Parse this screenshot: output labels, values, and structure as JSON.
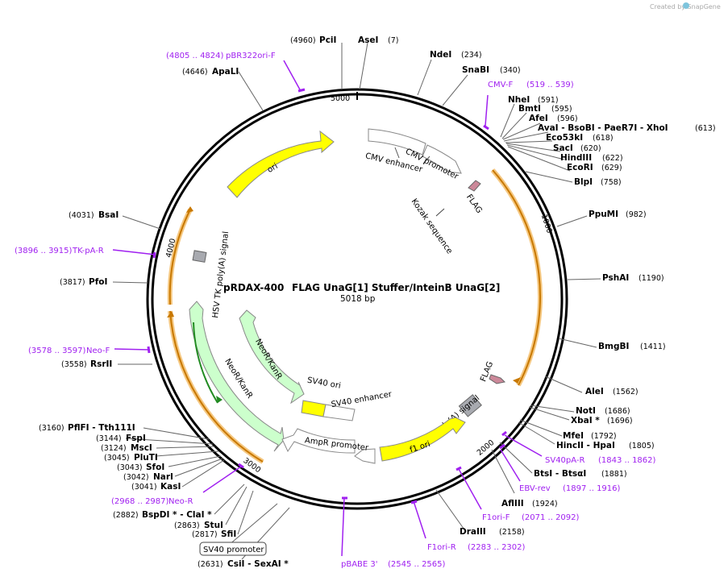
{
  "credit": "Created by SnapGene",
  "plasmid": {
    "name": "pRDAX-400",
    "description": "FLAG UnaG[1] Stuffer/InteinB UnaG[2]",
    "length_label": "5018 bp"
  },
  "ticks": [
    "1000",
    "2000",
    "3000",
    "4000",
    "5000"
  ],
  "enzymes_right": [
    {
      "name": "NdeI",
      "pos": "(234)"
    },
    {
      "name": "SnaBI",
      "pos": "(340)"
    },
    {
      "name": "NheI",
      "pos": "(591)"
    },
    {
      "name": "BmtI",
      "pos": "(595)"
    },
    {
      "name": "AfeI",
      "pos": "(596)"
    },
    {
      "name": "AvaI  - BsoBI  - PaeR7I  - XhoI",
      "pos": "(613)"
    },
    {
      "name": "Eco53kI",
      "pos": "(618)"
    },
    {
      "name": "SacI",
      "pos": "(620)"
    },
    {
      "name": "HindIII",
      "pos": "(622)"
    },
    {
      "name": "EcoRI",
      "pos": "(629)"
    },
    {
      "name": "BlpI",
      "pos": "(758)"
    },
    {
      "name": "PpuMI",
      "pos": "(982)"
    },
    {
      "name": "PshAI",
      "pos": "(1190)"
    },
    {
      "name": "BmgBI",
      "pos": "(1411)"
    },
    {
      "name": "AleI",
      "pos": "(1562)"
    },
    {
      "name": "NotI",
      "pos": "(1686)"
    },
    {
      "name": "XbaI *",
      "pos": "(1696)"
    },
    {
      "name": "MfeI",
      "pos": "(1792)"
    },
    {
      "name": "HincII  - HpaI",
      "pos": "(1805)"
    },
    {
      "name": "BtsI  - BtsαI",
      "pos": "(1881)"
    },
    {
      "name": "AflIII",
      "pos": "(1924)"
    },
    {
      "name": "DraIII",
      "pos": "(2158)"
    }
  ],
  "enzymes_left": [
    {
      "name": "PciI",
      "pos": "(4960)"
    },
    {
      "name": "AseI",
      "pos": "(7)"
    },
    {
      "name": "ApaLI",
      "pos": "(4646)"
    },
    {
      "name": "BsaI",
      "pos": "(4031)"
    },
    {
      "name": "PfoI",
      "pos": "(3817)"
    },
    {
      "name": "RsrII",
      "pos": "(3558)"
    },
    {
      "name": "PflFI  - Tth111I",
      "pos": "(3160)"
    },
    {
      "name": "FspI",
      "pos": "(3144)"
    },
    {
      "name": "MscI",
      "pos": "(3124)"
    },
    {
      "name": "PluTI",
      "pos": "(3045)"
    },
    {
      "name": "SfoI",
      "pos": "(3043)"
    },
    {
      "name": "NarI",
      "pos": "(3042)"
    },
    {
      "name": "KasI",
      "pos": "(3041)"
    },
    {
      "name": "BspDI *  - ClaI *",
      "pos": "(2882)"
    },
    {
      "name": "StuI",
      "pos": "(2863)"
    },
    {
      "name": "SfiI",
      "pos": "(2817)"
    },
    {
      "name": "CsiI  - SexAI *",
      "pos": "(2631)"
    }
  ],
  "primers": [
    {
      "name": "pBR322ori-F",
      "range": "(4805 .. 4824)"
    },
    {
      "name": "CMV-F",
      "range": "(519 .. 539)"
    },
    {
      "name": "SV40pA-R",
      "range": "(1843 .. 1862)"
    },
    {
      "name": "EBV-rev",
      "range": "(1897 .. 1916)"
    },
    {
      "name": "F1ori-F",
      "range": "(2071 .. 2092)"
    },
    {
      "name": "F1ori-R",
      "range": "(2283 .. 2302)"
    },
    {
      "name": "pBABE 3'",
      "range": "(2545 .. 2565)"
    },
    {
      "name": "Neo-R",
      "range": "(2968 .. 2987)"
    },
    {
      "name": "Neo-F",
      "range": "(3578 .. 3597)"
    },
    {
      "name": "TK-pA-R",
      "range": "(3896 .. 3915)"
    }
  ],
  "features": {
    "ori": "ori",
    "cmv_promoter": "CMV promoter",
    "cmv_enhancer": "CMV enhancer",
    "flag1": "FLAG",
    "kozak": "Kozak sequence",
    "hsv_tk": "HSV TK poly(A) signal",
    "neokan_outer": "NeoR/KanR",
    "neokan_inner": "NeoR/KanR",
    "sv40_ori": "SV40 ori",
    "sv40_enhancer": "SV40 enhancer",
    "sv40_polya": "SV40 poly(A) signal",
    "flag2": "FLAG",
    "f1_ori": "f1 ori",
    "ampr_promoter": "AmpR promoter",
    "sv40_promoter": "SV40 promoter"
  },
  "colors": {
    "ori": "#ffff00",
    "neo": "#ccffcc",
    "neo_dark": "#228b22",
    "orf": "#f0a030",
    "primer": "#a020f0",
    "flag": "#cc8899",
    "grey": "#a8aab0"
  }
}
